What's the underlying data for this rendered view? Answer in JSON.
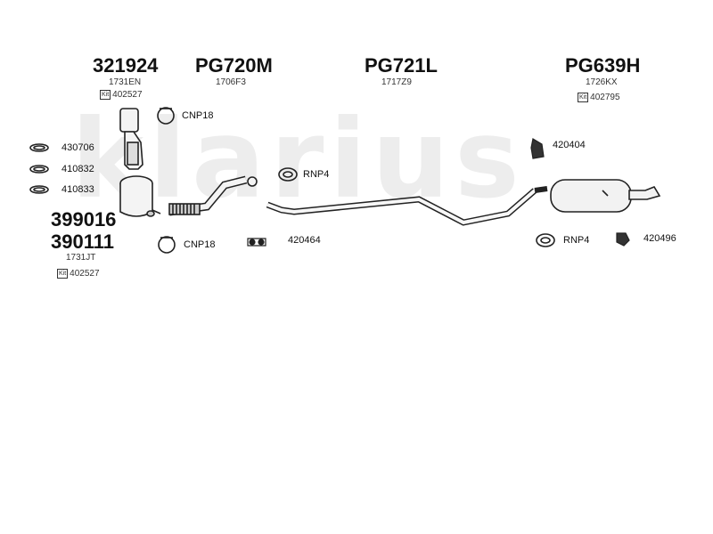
{
  "watermark": "klarius",
  "parts": {
    "cat": {
      "number": "321924",
      "oe": "1731EN",
      "kit_tag": "Kit",
      "kit": "402527"
    },
    "front_pipe": {
      "number": "PG720M",
      "oe": "1706F3"
    },
    "center_pipe": {
      "number": "PG721L",
      "oe": "1717Z9"
    },
    "rear_silencer": {
      "number": "PG639H",
      "oe": "1726KX",
      "kit_tag": "Kit",
      "kit": "402795"
    },
    "dpf": {
      "number_a": "399016",
      "number_b": "390111",
      "oe": "1731JT",
      "kit_tag": "Kit",
      "kit": "402527"
    }
  },
  "accessories": {
    "clamp_top": "CNP18",
    "clamp_bottom": "CNP18",
    "gasket_1": "430706",
    "gasket_2": "410832",
    "gasket_3": "410833",
    "ring_center": "RNP4",
    "ring_rear": "RNP4",
    "mount_center": "420464",
    "mount_rear_top": "420404",
    "mount_rear_bottom": "420496"
  }
}
